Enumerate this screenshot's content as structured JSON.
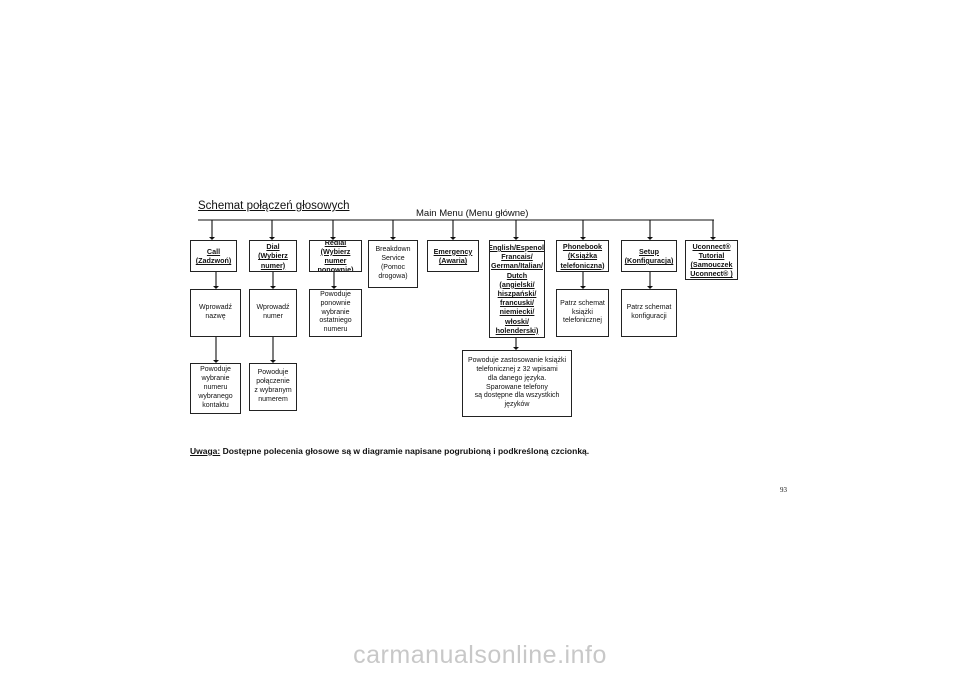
{
  "title": "Schemat połączeń głosowych",
  "main_menu_label": "Main Menu (Menu główne)",
  "commands": [
    {
      "id": "call",
      "label": "Call\n(Zadzwoń)",
      "cmd": true
    },
    {
      "id": "dial",
      "label": "Dial (Wybierz\nnumer)",
      "cmd": true
    },
    {
      "id": "redial",
      "label": "Redial (Wybierz\nnumer\nponownie)",
      "cmd": true
    },
    {
      "id": "breakdown",
      "label": "Breakdown\nService\n(Pomoc\ndrogowa)",
      "cmd": false
    },
    {
      "id": "emergency",
      "label": "Emergency\n(Awaria)",
      "cmd": true
    },
    {
      "id": "language",
      "label": "English/Espenol/\nFrancais/\nGerman/Italian/\nDutch\n(angielski/\nhiszpański/\nfrancuski/\nniemiecki/\nwłoski/\nholenderski)",
      "cmd": true
    },
    {
      "id": "phonebook",
      "label": "Phonebook\n(Książka\ntelefoniczna)",
      "cmd": true
    },
    {
      "id": "setup",
      "label": "Setup\n(Konfiguracja)",
      "cmd": true
    },
    {
      "id": "tutorial",
      "label": "Uconnect®\nTutorial\n(Samouczek\nUconnect® )",
      "cmd": true
    }
  ],
  "subs": [
    {
      "id": "call-sub1",
      "label": "Wprowadź\nnazwę"
    },
    {
      "id": "call-sub2",
      "label": "Powoduje\nwybranie\nnumeru\nwybranego\nkontaktu"
    },
    {
      "id": "dial-sub1",
      "label": "Wprowadź\nnumer"
    },
    {
      "id": "dial-sub2",
      "label": "Powoduje\npołączenie\nz wybranym\nnumerem"
    },
    {
      "id": "redial-sub1",
      "label": "Powoduje\nponownie\nwybranie\nostatniego\nnumeru"
    },
    {
      "id": "language-sub1",
      "label": "Powoduje zastosowanie książki\ntelefonicznej z 32 wpisami\ndla danego języka.\nSparowane telefony\nsą dostępne dla wszystkich języków"
    },
    {
      "id": "phonebook-sub1",
      "label": "Patrz schemat\nksiążki\ntelefonicznej"
    },
    {
      "id": "setup-sub1",
      "label": "Patrz schemat\nkonfiguracji"
    }
  ],
  "note": {
    "label": "Uwaga:",
    "text": " Dostępne polecenia głosowe są w diagramie napisane pogrubioną i podkreśloną czcionką."
  },
  "page_number": "93",
  "watermark": "carmanualsonline.info"
}
